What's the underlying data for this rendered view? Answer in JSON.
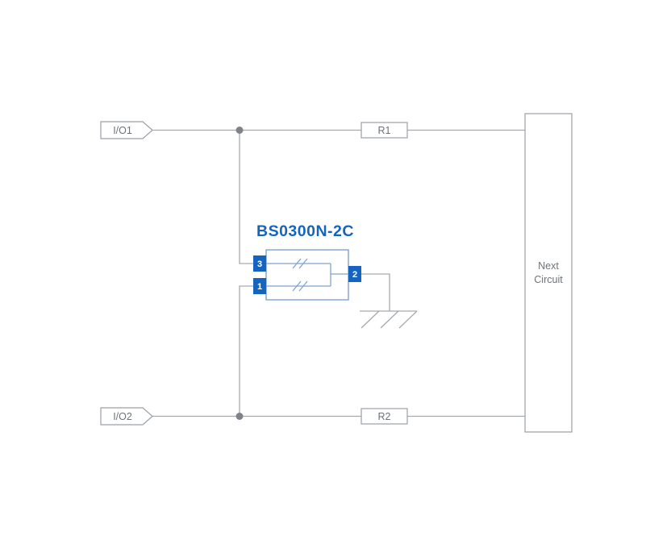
{
  "diagram": {
    "inputs": [
      {
        "label": "I/O1"
      },
      {
        "label": "I/O2"
      }
    ],
    "resistors": [
      {
        "label": "R1"
      },
      {
        "label": "R2"
      }
    ],
    "next_circuit": {
      "line1": "Next",
      "line2": "Circuit"
    },
    "component": {
      "name": "BS0300N-2C",
      "pins": [
        {
          "number": "3"
        },
        {
          "number": "1"
        },
        {
          "number": "2"
        }
      ]
    },
    "colors": {
      "wire": "#a6aaae",
      "box_border": "#9aa0a6",
      "label_text": "#6e7378",
      "accent_blue": "#1565c0",
      "component_border": "#7fa3cf",
      "junction_dot": "#7f8389"
    }
  }
}
